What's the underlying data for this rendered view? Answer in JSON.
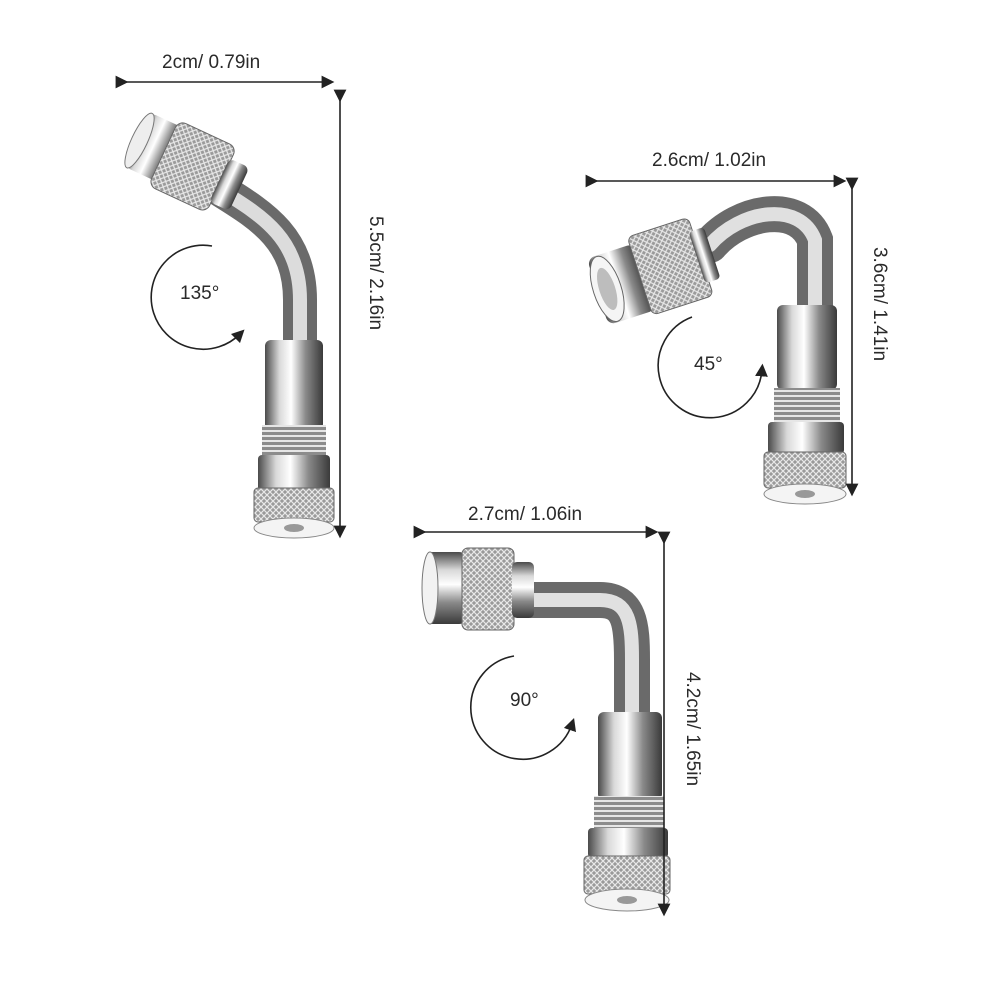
{
  "adapters": [
    {
      "id": "135",
      "width_label": "2cm/ 0.79in",
      "height_label": "5.5cm/ 2.16in",
      "angle_label": "135°"
    },
    {
      "id": "45",
      "width_label": "2.6cm/ 1.02in",
      "height_label": "3.6cm/ 1.41in",
      "angle_label": "45°"
    },
    {
      "id": "90",
      "width_label": "2.7cm/ 1.06in",
      "height_label": "4.2cm/ 1.65in",
      "angle_label": "90°"
    }
  ],
  "colors": {
    "metal_light": "#f2f2f2",
    "metal_mid": "#b8b8b8",
    "metal_dark": "#5a5a5a",
    "line": "#222222"
  }
}
